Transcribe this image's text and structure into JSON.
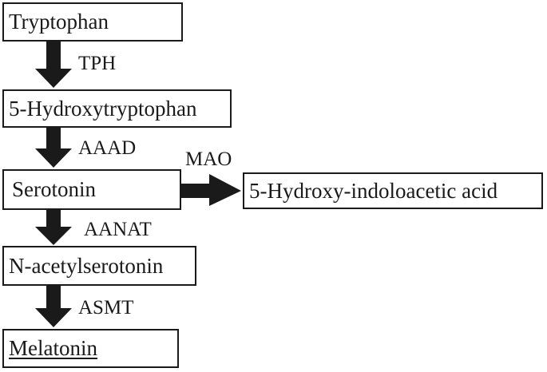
{
  "pathway": {
    "tryptophan": "Tryptophan",
    "hydroxytryptophan": "5-Hydroxytryptophan",
    "serotonin": "Serotonin",
    "hiaa": "5-Hydroxy-indoloacetic acid",
    "n_acetylserotonin": "N-acetylserotonin",
    "melatonin": "Melatonin"
  },
  "enzymes": {
    "tph": "TPH",
    "aaad": "AAAD",
    "mao": "MAO",
    "aanat": "AANAT",
    "asmt": "ASMT"
  },
  "colors": {
    "ink": "#1a1a1a",
    "background": "#ffffff"
  }
}
